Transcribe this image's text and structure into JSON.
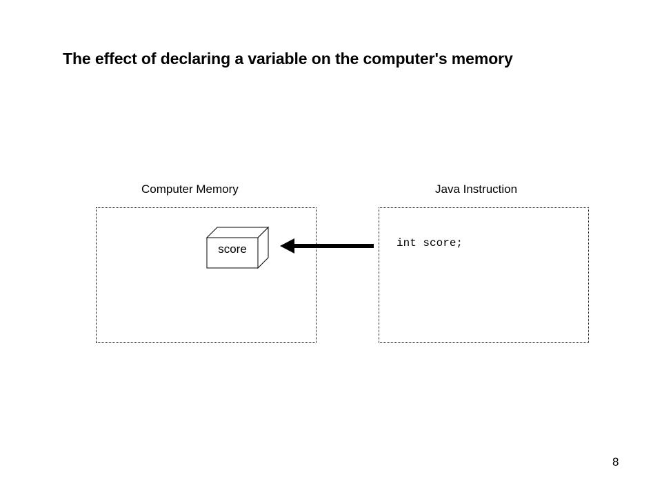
{
  "slide": {
    "title": "The effect of declaring a variable on the computer's memory",
    "page_number": "8"
  },
  "memory_panel": {
    "heading": "Computer Memory",
    "variable_box_label": "score"
  },
  "instruction_panel": {
    "heading": "Java Instruction",
    "code": "int score;"
  },
  "colors": {
    "foreground": "#000000",
    "background": "#ffffff"
  },
  "icons": {
    "arrow": "arrow-left-icon",
    "variable_box": "memory-cell-icon"
  }
}
